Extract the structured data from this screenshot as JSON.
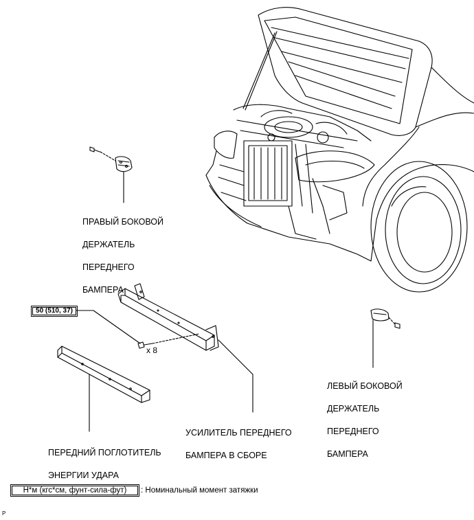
{
  "labels": {
    "right_bracket": [
      "ПРАВЫЙ БОКОВОЙ",
      "ДЕРЖАТЕЛЬ",
      "ПЕРЕДНЕГО",
      "БАМПЕРА"
    ],
    "left_bracket": [
      "ЛЕВЫЙ БОКОВОЙ",
      "ДЕРЖАТЕЛЬ",
      "ПЕРЕДНЕГО",
      "БАМПЕРА"
    ],
    "reinforcement": [
      "УСИЛИТЕЛЬ ПЕРЕДНЕГО",
      "БАМПЕРА В СБОРЕ"
    ],
    "absorber": [
      "ПЕРЕДНИЙ ПОГЛОТИТЕЛЬ",
      "ЭНЕРГИИ УДАРА"
    ]
  },
  "torque": {
    "value": "50 (510, 37)",
    "bolt_qty": "x 8"
  },
  "legend": {
    "units": "Н*м (кгс*см, фунт-сила-фут)",
    "description": ": Номинальный момент затяжки"
  },
  "corner_mark": "P"
}
